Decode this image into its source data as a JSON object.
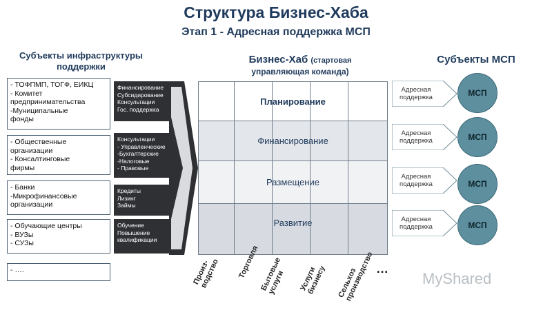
{
  "header": {
    "title": "Структура Бизнес-Хаба",
    "subtitle": "Этап 1 - Адресная поддержка МСП"
  },
  "left_heading": "Субъекты инфраструктуры поддержки",
  "middle_heading": {
    "main": "Бизнес-Хаб",
    "paren": "(стартовая",
    "line2": "управляющая команда)"
  },
  "right_heading": "Субъекты МСП",
  "entities": [
    "- ТОФПМП, ТОГФ, ЕИКЦ\n- Комитет\n  предпринимательства\n-Муниципальные\n  фонды",
    "- Общественные\n  организации\n- Консалтинговые\n  фирмы",
    "- Банки\n-Микрофинансовые\n  организации",
    "- Обучающие центры\n- ВУЗы\n- СУЗы",
    "- …."
  ],
  "services": [
    "Финансирование\nСубсидирование\nКонсультации\nГос. поддержка",
    "Консультации\n- Управленческие\n-Бухгалтерские\n-Налоговые\n- Правовые",
    "Кредиты\nЛизинг\nЗаймы",
    "Обучение\nПовышение\nквалификации"
  ],
  "hub_rows": [
    "Планирование",
    "Финансирование",
    "Размещение",
    "Развитие"
  ],
  "categories": [
    "Произ-\nводство",
    "Торговля",
    "Бытовые\nуслуги",
    "Услуги\nбизнесу",
    "Сельхоз\nпроизводство"
  ],
  "more_categories": "…",
  "support_label": "Адресная\nподдержка",
  "msp_label": "МСП",
  "watermark": "MyShared",
  "colors": {
    "title": "#1f3a5c",
    "dark": "#2f3034",
    "band_light": "#eef0f3",
    "band_shade": "#d7dbe1",
    "msp": "#5d8f9f"
  }
}
